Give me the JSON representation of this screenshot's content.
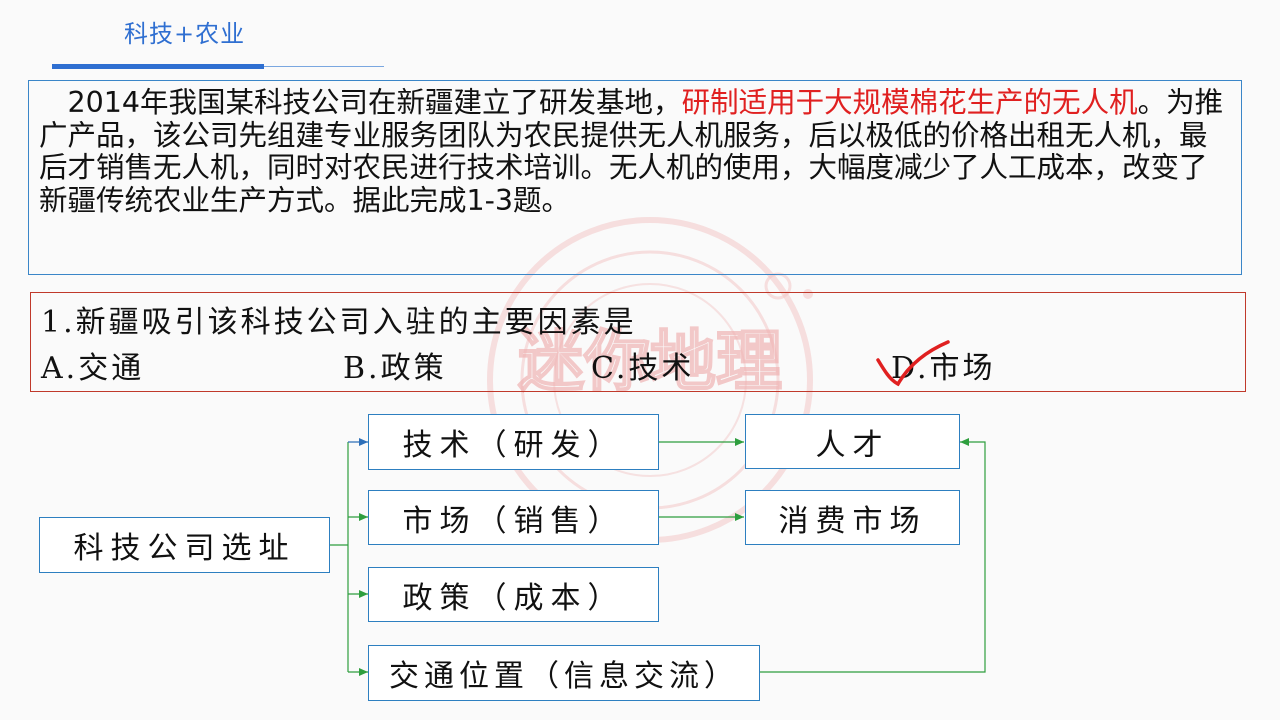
{
  "header": {
    "title": "科技+农业"
  },
  "passage": {
    "part1": "2014年我国某科技公司在新疆建立了研发基地，",
    "highlight": "研制适用于大规模棉花生产的无人机",
    "part2": "。为推广产品，该公司先组建专业服务团队为农民提供无人机服务，后以极低的价格出租无人机，最后才销售无人机，同时对农民进行技术培训。无人机的使用，大幅度减少了人工成本，改变了新疆传统农业生产方式。据此完成1-3题。"
  },
  "question": {
    "stem": "1.新疆吸引该科技公司入驻的主要因素是",
    "options": [
      "A.交通",
      "B.政策",
      "C.技术",
      "D.市场"
    ],
    "marked_answer": "D"
  },
  "flow": {
    "root": "科技公司选址",
    "factors": [
      "技术（研发）",
      "市场（销售）",
      "政策（成本）",
      "交通位置（信息交流）"
    ],
    "targets": [
      "人才",
      "消费市场"
    ]
  },
  "watermark": {
    "text": "迷你地理"
  },
  "colors": {
    "accent_blue": "#2f6fd1",
    "passage_border": "#3a86c8",
    "question_border": "#c0392b",
    "highlight_red": "#e02020",
    "arrow_blue": "#2d6fb8",
    "arrow_green": "#2e9e3e",
    "check_red": "#e02020"
  }
}
